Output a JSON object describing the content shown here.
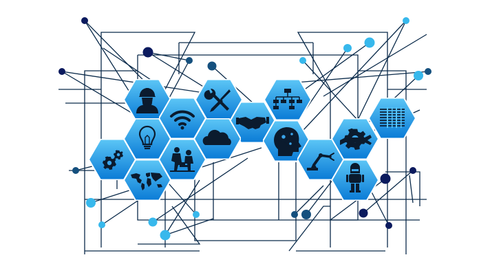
{
  "colors": {
    "background": "#ffffff",
    "line": "#0a2a4a",
    "hex_top": "#5cc6f6",
    "hex_bottom": "#0a7bd6",
    "icon": "#0b1b2e",
    "node_dark": "#0b1a5e",
    "node_mid": "#15507e",
    "node_light": "#37b8ec",
    "binary_text": "#0b1b2e"
  },
  "hexagons": [
    {
      "id": "worker",
      "icon": "hard-hat-worker-icon"
    },
    {
      "id": "wifi",
      "icon": "wifi-icon"
    },
    {
      "id": "tools",
      "icon": "wrench-screwdriver-icon"
    },
    {
      "id": "handshake",
      "icon": "handshake-icon"
    },
    {
      "id": "org-chart",
      "icon": "org-chart-icon"
    },
    {
      "id": "lightbulb",
      "icon": "lightbulb-icon"
    },
    {
      "id": "cloud",
      "icon": "cloud-icon"
    },
    {
      "id": "head-gears",
      "icon": "head-gears-icon"
    },
    {
      "id": "binary",
      "icon": "binary-code-icon"
    },
    {
      "id": "gears",
      "icon": "gears-icon"
    },
    {
      "id": "people",
      "icon": "people-meeting-icon"
    },
    {
      "id": "robot-arm",
      "icon": "robot-arm-icon"
    },
    {
      "id": "gear-wrench",
      "icon": "gear-wrench-icon"
    },
    {
      "id": "world-map",
      "icon": "world-map-icon"
    },
    {
      "id": "robot",
      "icon": "robot-icon"
    }
  ]
}
